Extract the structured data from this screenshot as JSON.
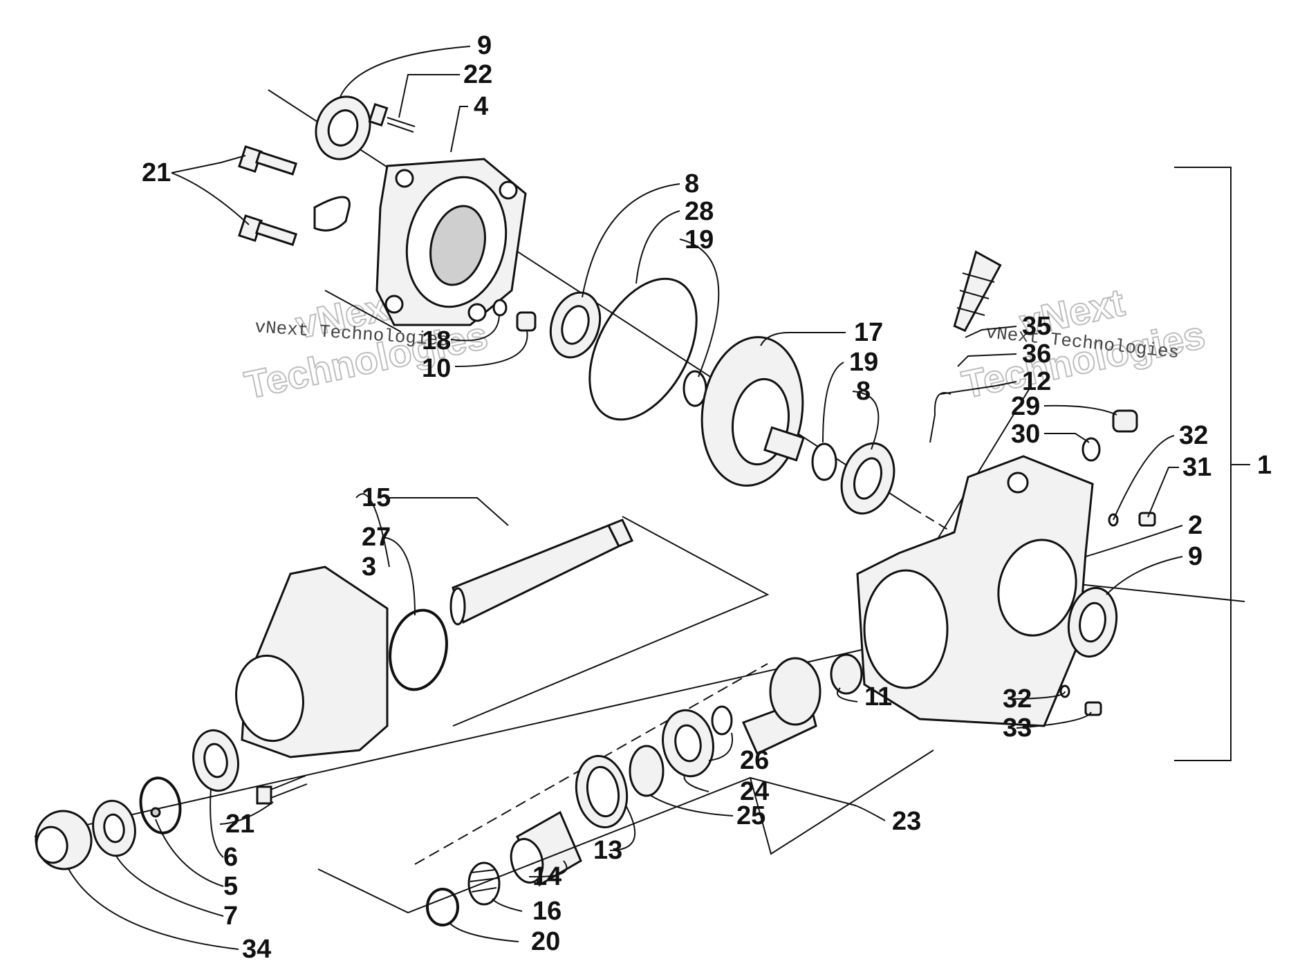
{
  "watermark": {
    "small_text": "vNext Technologies",
    "big_line_1": "vNext",
    "big_line_2": "Technologies"
  },
  "callouts": [
    "1",
    "2",
    "3",
    "4",
    "5",
    "6",
    "7",
    "8",
    "9",
    "10",
    "11",
    "12",
    "13",
    "14",
    "15",
    "16",
    "17",
    "18",
    "19",
    "20",
    "21",
    "22",
    "23",
    "24",
    "25",
    "26",
    "27",
    "28",
    "29",
    "30",
    "31",
    "32",
    "33",
    "34",
    "35",
    "36"
  ]
}
